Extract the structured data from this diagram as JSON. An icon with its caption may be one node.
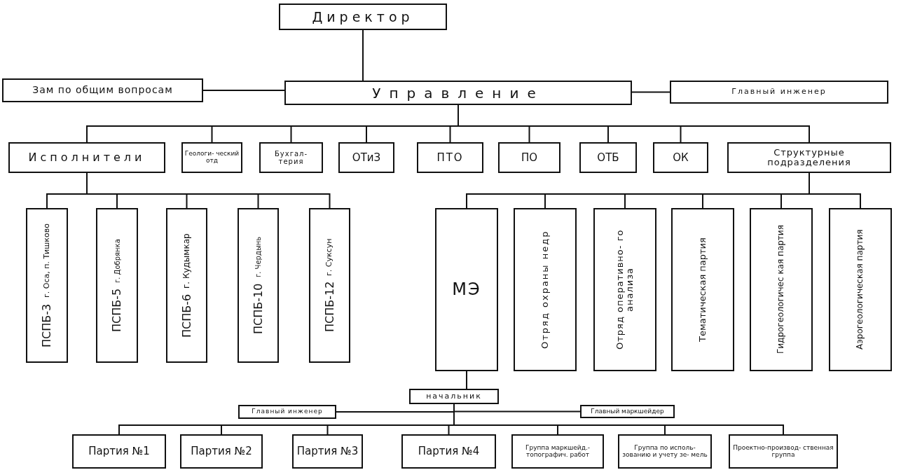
{
  "diagram": {
    "nodes": [
      {
        "text": [
          "Директор"
        ]
      },
      {
        "text": [
          "Зам по общим вопросам"
        ]
      },
      {
        "text": [
          "Управление"
        ]
      },
      {
        "text": [
          "Главный инженер"
        ]
      },
      {
        "text": [
          "Исполнители"
        ]
      },
      {
        "text": [
          "Геологи- ческий отд"
        ]
      },
      {
        "text": [
          "Бухгал- терия"
        ]
      },
      {
        "text": [
          "ОТиЗ"
        ]
      },
      {
        "text": [
          "ПТО"
        ]
      },
      {
        "text": [
          "ПО"
        ]
      },
      {
        "text": [
          "ОТБ"
        ]
      },
      {
        "text": [
          "ОК"
        ]
      },
      {
        "text": [
          "Структурные подразделения"
        ]
      },
      {
        "text": [
          "ПСПБ-3",
          "г. Оса, п. Тишково"
        ]
      },
      {
        "text": [
          "ПСПБ-5",
          "г. Добрянка"
        ]
      },
      {
        "text": [
          "ПСПБ-6",
          "г. Кудымкар"
        ]
      },
      {
        "text": [
          "ПСПБ-10",
          "г. Чердынь"
        ]
      },
      {
        "text": [
          "ПСПБ-12",
          "г. Суксун"
        ]
      },
      {
        "text": [
          "МЭ"
        ]
      },
      {
        "text": [
          "Отряд охраны недр"
        ]
      },
      {
        "text": [
          "Отряд оперативно- го анализа"
        ]
      },
      {
        "text": [
          "Тематическая партия"
        ]
      },
      {
        "text": [
          "Гидрогеологичес кая партия"
        ]
      },
      {
        "text": [
          "Аэрогеологическая партия"
        ]
      },
      {
        "text": [
          "начальник"
        ]
      },
      {
        "text": [
          "Главный инженер"
        ]
      },
      {
        "text": [
          "Главный маркшейдер"
        ]
      },
      {
        "text": [
          "Партия №1"
        ]
      },
      {
        "text": [
          "Партия №2"
        ]
      },
      {
        "text": [
          "Партия №3"
        ]
      },
      {
        "text": [
          "Партия №4"
        ]
      },
      {
        "text": [
          "Группа маркшейд.- топографич. работ"
        ]
      },
      {
        "text": [
          "Группа по исполь- зованию и учету зе- мель"
        ]
      },
      {
        "text": [
          "Проектно-производ- ственная группа"
        ]
      }
    ],
    "edges": [
      {
        "from": 0,
        "to": 2,
        "arrow": "none"
      },
      {
        "from": 2,
        "to": 1,
        "arrow": "none"
      },
      {
        "from": 2,
        "to": 3,
        "arrow": "none"
      },
      {
        "from": 2,
        "to": 4,
        "arrow": "none"
      },
      {
        "from": 2,
        "to": 5,
        "arrow": "none"
      },
      {
        "from": 2,
        "to": 6,
        "arrow": "none"
      },
      {
        "from": 2,
        "to": 7,
        "arrow": "none"
      },
      {
        "from": 2,
        "to": 8,
        "arrow": "none"
      },
      {
        "from": 2,
        "to": 9,
        "arrow": "none"
      },
      {
        "from": 2,
        "to": 10,
        "arrow": "none"
      },
      {
        "from": 2,
        "to": 11,
        "arrow": "none"
      },
      {
        "from": 2,
        "to": 12,
        "arrow": "none"
      },
      {
        "from": 4,
        "to": 13,
        "arrow": "none"
      },
      {
        "from": 4,
        "to": 14,
        "arrow": "none"
      },
      {
        "from": 4,
        "to": 15,
        "arrow": "none"
      },
      {
        "from": 4,
        "to": 16,
        "arrow": "none"
      },
      {
        "from": 4,
        "to": 17,
        "arrow": "none"
      },
      {
        "from": 12,
        "to": 18,
        "arrow": "none"
      },
      {
        "from": 12,
        "to": 19,
        "arrow": "none"
      },
      {
        "from": 12,
        "to": 20,
        "arrow": "none"
      },
      {
        "from": 12,
        "to": 21,
        "arrow": "none"
      },
      {
        "from": 12,
        "to": 22,
        "arrow": "none"
      },
      {
        "from": 12,
        "to": 23,
        "arrow": "none"
      },
      {
        "from": 18,
        "to": 24,
        "arrow": "none"
      },
      {
        "from": 24,
        "to": 25,
        "arrow": "none"
      },
      {
        "from": 24,
        "to": 26,
        "arrow": "none"
      },
      {
        "from": 24,
        "to": 27,
        "arrow": "none"
      },
      {
        "from": 24,
        "to": 28,
        "arrow": "none"
      },
      {
        "from": 24,
        "to": 29,
        "arrow": "none"
      },
      {
        "from": 24,
        "to": 30,
        "arrow": "none"
      },
      {
        "from": 24,
        "to": 31,
        "arrow": "none"
      },
      {
        "from": 24,
        "to": 32,
        "arrow": "none"
      },
      {
        "from": 24,
        "to": 33,
        "arrow": "none"
      }
    ]
  }
}
